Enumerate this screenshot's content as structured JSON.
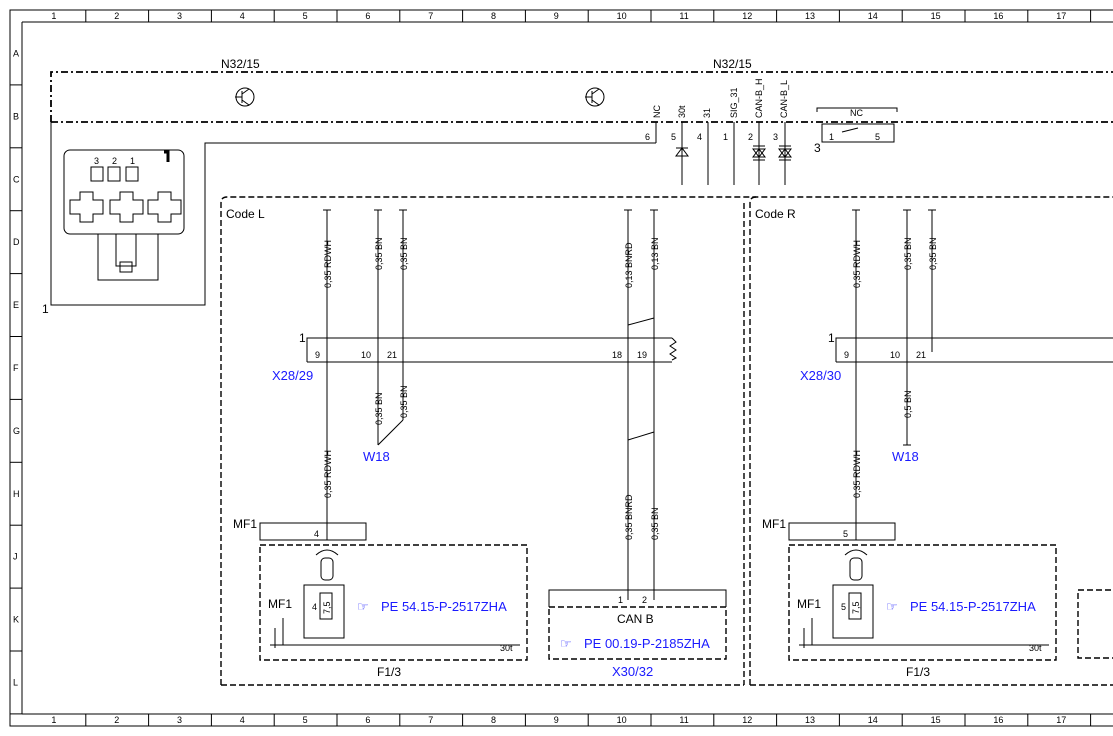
{
  "grid": {
    "columns": [
      "1",
      "2",
      "3",
      "4",
      "5",
      "6",
      "7",
      "8",
      "9",
      "10",
      "11",
      "12",
      "13",
      "14",
      "15",
      "16",
      "17"
    ],
    "rows": [
      "A",
      "B",
      "C",
      "D",
      "E",
      "F",
      "G",
      "H",
      "J",
      "K",
      "L"
    ]
  },
  "components": {
    "n32_left": "N32/15",
    "n32_right": "N32/15",
    "connector_pin_labels": [
      "3",
      "2",
      "1"
    ],
    "connector_pin1": "1",
    "code_l": "Code L",
    "code_r": "Code R"
  },
  "module_pins": {
    "signals": [
      "NC",
      "30t",
      "31",
      "SIG_31",
      "CAN-B_H",
      "CAN-B_L"
    ],
    "numbers": [
      "6",
      "5",
      "4",
      "1",
      "2",
      "3"
    ],
    "nc_box": "NC",
    "nc_box_pins": [
      "1",
      "5"
    ],
    "pin3": "3"
  },
  "left_section": {
    "wires_top": [
      "0,35 RDWH",
      "0,35 BN",
      "0,35 BN",
      "0,13 BNRD",
      "0,13 BN"
    ],
    "x28_pin_row_label": "1",
    "x28_pins": [
      "9",
      "10",
      "21",
      "18",
      "19"
    ],
    "x28_label": "X28/29",
    "wires_mid": [
      "0,35 BN",
      "0,35 BN"
    ],
    "w18": "W18",
    "wire_lower_rdwh": "0,35 RDWH",
    "wire_lower_bnrd": "0,35 BNRD",
    "wire_lower_bn": "0,35 BN",
    "mf1_top": "MF1",
    "mf1_pin": "4",
    "mf1_side": "MF1",
    "fuse_num": "4",
    "fuse_val": "7,5",
    "pe_ref": "PE 54.15-P-2517ZHA",
    "f13": "F1/3",
    "t30": "30t",
    "canb_pins": [
      "1",
      "2"
    ],
    "canb": "CAN B",
    "canb_ref": "PE 00.19-P-2185ZHA",
    "x30": "X30/32"
  },
  "right_section": {
    "wires_top": [
      "0,35 RDWH",
      "0,35 BN",
      "0,35 BN"
    ],
    "x28_pin_row_label": "1",
    "x28_pins": [
      "9",
      "10",
      "21"
    ],
    "x28_label": "X28/30",
    "wire_mid": "0,5 BN",
    "w18": "W18",
    "wire_lower_rdwh": "0,35 RDWH",
    "mf1_top": "MF1",
    "mf1_pin": "5",
    "mf1_side": "MF1",
    "fuse_num": "5",
    "fuse_val": "7,5",
    "pe_ref": "PE 54.15-P-2517ZHA",
    "f13": "F1/3",
    "t30": "30t"
  }
}
